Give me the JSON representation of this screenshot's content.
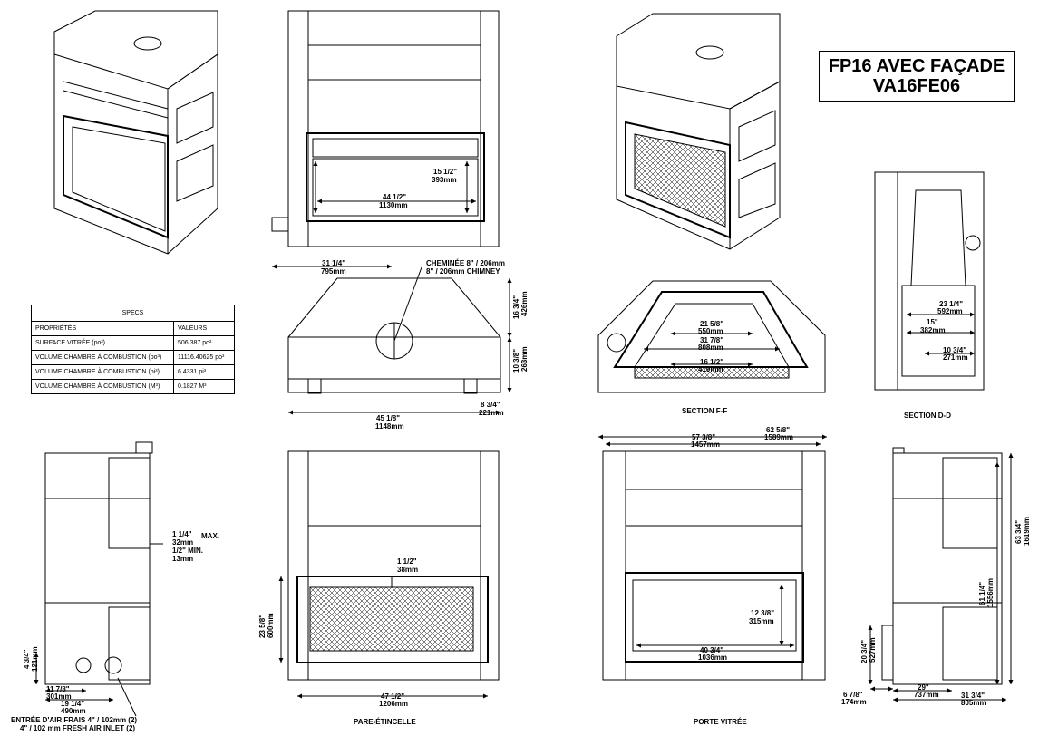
{
  "title": {
    "line1": "FP16 AVEC FAÇADE",
    "line2": "VA16FE06"
  },
  "specs": {
    "caption": "SPECS",
    "col1": "PROPRIÉTÉS",
    "col2": "VALEURS",
    "rows": [
      {
        "label": "SURFACE VITRÉE (po²)",
        "value": "506.387 po²"
      },
      {
        "label": "VOLUME CHAMBRE À COMBUSTION (po³)",
        "value": "11116.40625 po³"
      },
      {
        "label": "VOLUME CHAMBRE À COMBUSTION (pi³)",
        "value": "6.4331 pi³"
      },
      {
        "label": "VOLUME CHAMBRE À COMBUSTION (M³)",
        "value": "0.1827 M³"
      }
    ]
  },
  "front_top": {
    "h1": "15 1/2\"",
    "h2": "393mm",
    "w1": "44 1/2\"",
    "w2": "1130mm"
  },
  "top_view": {
    "a1": "31 1/4\"",
    "a2": "795mm",
    "chim1": "CHEMINÉE 8\" / 206mm",
    "chim2": "8\" / 206mm CHIMNEY",
    "d1": "16 3/4\"",
    "d2": "426mm",
    "e1": "10 3/8\"",
    "e2": "263mm",
    "f1": "8 3/4\"",
    "f2": "221mm",
    "w1": "45 1/8\"",
    "w2": "1148mm"
  },
  "section_ff": {
    "caption": "SECTION F-F",
    "a1": "21 5/8\"",
    "a2": "550mm",
    "b1": "31 7/8\"",
    "b2": "808mm",
    "c1": "16 1/2\"",
    "c2": "419mm"
  },
  "section_dd": {
    "caption": "SECTION D-D",
    "a1": "23 1/4\"",
    "a2": "592mm",
    "b1": "15\"",
    "b2": "382mm",
    "c1": "10 3/4\"",
    "c2": "271mm"
  },
  "side_left": {
    "a1": "1 1/4\"",
    "a2": "32mm",
    "a3": "MAX.",
    "b1": "1/2\" MIN.",
    "b2": "13mm",
    "c1": "4 3/4\"",
    "c2": "121mm",
    "d1": "11 7/8\"",
    "d2": "301mm",
    "e1": "19 1/4\"",
    "e2": "490mm",
    "inlet1": "ENTRÉE D'AIR FRAIS 4\" / 102mm (2)",
    "inlet2": "4\" / 102 mm FRESH AIR INLET (2)"
  },
  "screen_view": {
    "caption": "PARE-ÉTINCELLE",
    "a1": "1 1/2\"",
    "a2": "38mm",
    "h1": "23 5/8\"",
    "h2": "600mm",
    "w1": "47 1/2\"",
    "w2": "1206mm"
  },
  "glass_view": {
    "caption": "PORTE VITRÉE",
    "t1": "62 5/8\"",
    "t2": "1589mm",
    "t3": "57 3/8\"",
    "t4": "1457mm",
    "h1": "12 3/8\"",
    "h2": "315mm",
    "w1": "40 3/4\"",
    "w2": "1036mm"
  },
  "side_right": {
    "a1": "63 3/4\"",
    "a2": "1619mm",
    "b1": "61 1/4\"",
    "b2": "1556mm",
    "c1": "20 3/4\"",
    "c2": "527mm",
    "d1": "6 7/8\"",
    "d2": "174mm",
    "e1": "29\"",
    "e2": "737mm",
    "f1": "31 3/4\"",
    "f2": "805mm"
  }
}
